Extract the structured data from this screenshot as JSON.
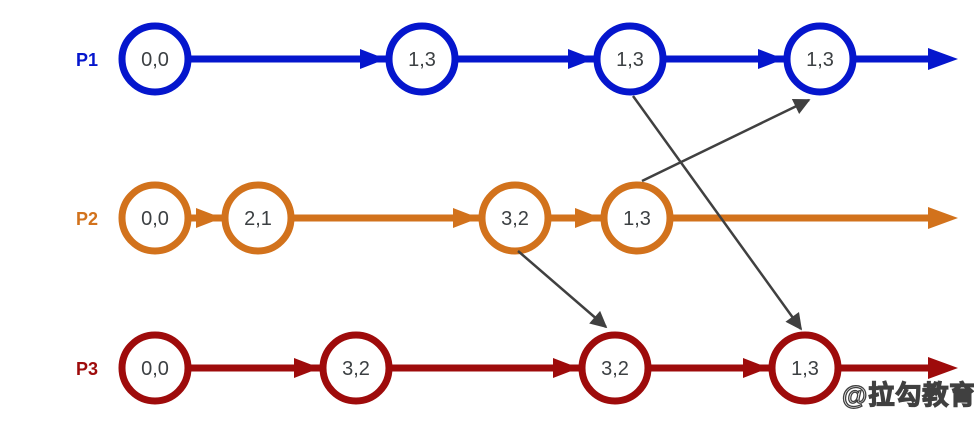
{
  "processes": [
    {
      "label": "P1",
      "events": [
        "0,0",
        "1,3",
        "1,3",
        "1,3"
      ]
    },
    {
      "label": "P2",
      "events": [
        "0,0",
        "2,1",
        "3,2",
        "1,3"
      ]
    },
    {
      "label": "P3",
      "events": [
        "0,0",
        "3,2",
        "3,2",
        "1,3"
      ]
    }
  ],
  "messages": [
    {
      "from": "P2 event 3,2 (3rd)",
      "to": "P3 event 3,2 (3rd)"
    },
    {
      "from": "P1 event 1,3 (3rd)",
      "to": "P3 event 1,3 (4th)"
    },
    {
      "from": "P2 event 1,3 (4th)",
      "to": "P1 event 1,3 (4th)"
    }
  ],
  "watermark": "@拉勾教育",
  "colors": {
    "p1": "#0516cd",
    "p2": "#d2721c",
    "p3": "#9e0b0b",
    "message": "#404040",
    "node_fill": "#ffffff",
    "node_text": "#3c4043",
    "background": "#ffffff"
  }
}
